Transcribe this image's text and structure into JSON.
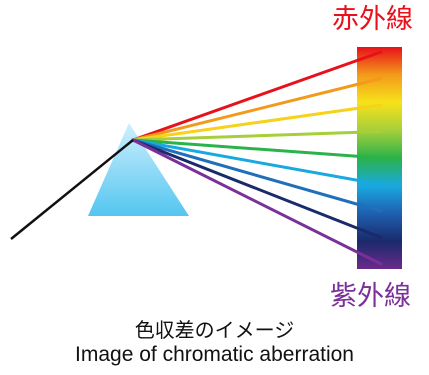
{
  "labels": {
    "infrared": "赤外線",
    "ultraviolet": "紫外線"
  },
  "caption": {
    "japanese": "色収差のイメージ",
    "english": "Image of chromatic aberration"
  },
  "colors": {
    "infrared_text": "#e8101a",
    "ultraviolet_text": "#7a2f9a",
    "incident_ray": "#111111",
    "prism_top": "#cfefff",
    "prism_bottom": "#53c6ef"
  },
  "rays": [
    {
      "name": "red",
      "color": "#e8101a"
    },
    {
      "name": "orange",
      "color": "#f39a1b"
    },
    {
      "name": "yellow",
      "color": "#f7d21a"
    },
    {
      "name": "yellow-green",
      "color": "#a6cf3a"
    },
    {
      "name": "green",
      "color": "#2bb24a"
    },
    {
      "name": "cyan",
      "color": "#19a9e0"
    },
    {
      "name": "blue",
      "color": "#1f6fba"
    },
    {
      "name": "navy",
      "color": "#1a2a6b"
    },
    {
      "name": "violet",
      "color": "#7a2f9a"
    }
  ],
  "spectrum_gradient": [
    "#e8101a",
    "#f39a1b",
    "#f7e21a",
    "#a6cf3a",
    "#2bb24a",
    "#19a9e0",
    "#1f5fb0",
    "#1a2a6b",
    "#6a2a8a"
  ]
}
